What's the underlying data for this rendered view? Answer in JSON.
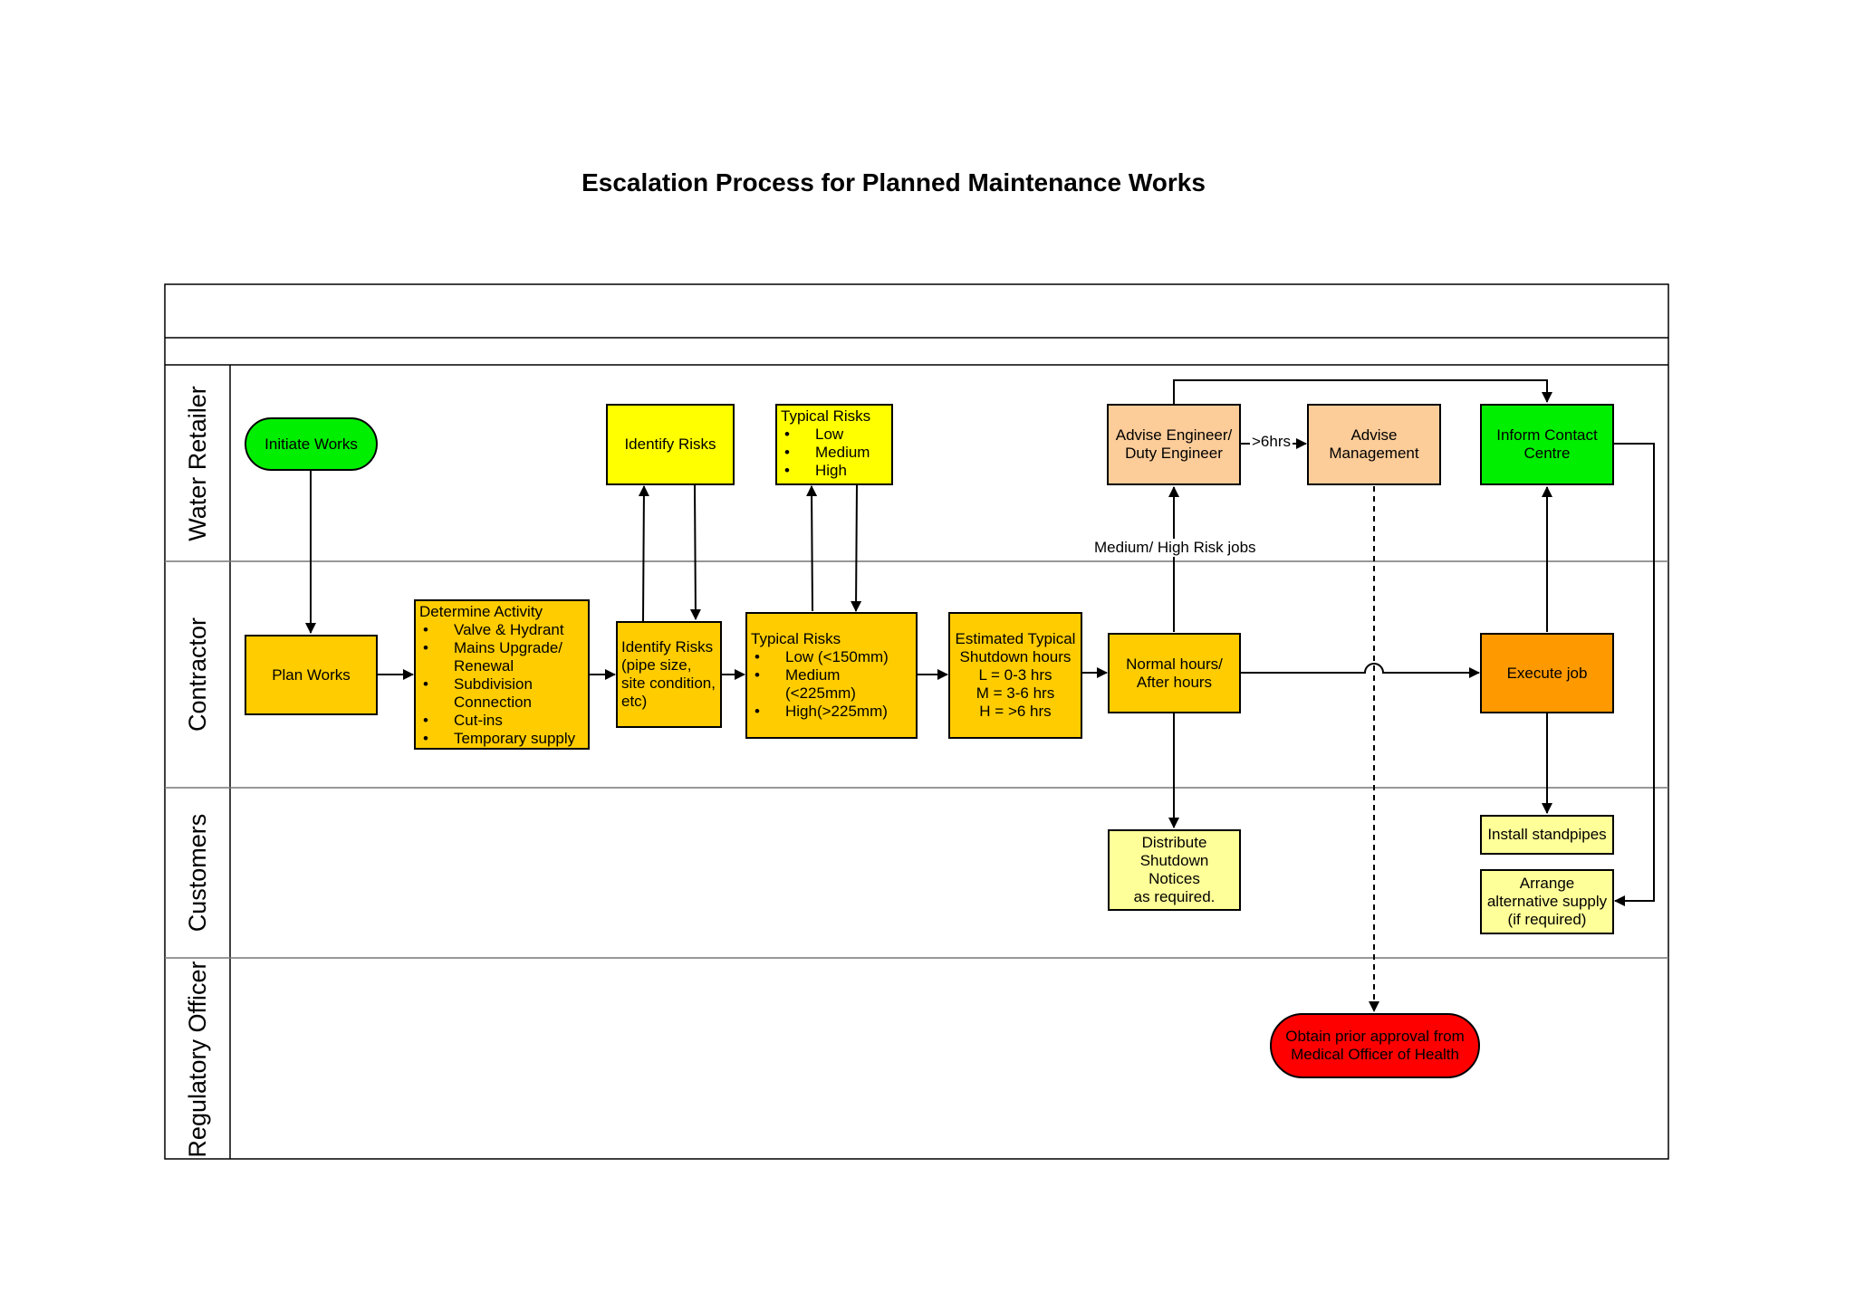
{
  "title": "Escalation Process for Planned Maintenance Works",
  "lanes": [
    "Water Retailer",
    "Contractor",
    "Customers",
    "Regulatory Officer"
  ],
  "nodes": {
    "initiate": "Initiate Works",
    "plan": "Plan Works",
    "determine_title": "Determine Activity",
    "determine_items": [
      "Valve & Hydrant",
      "Mains Upgrade/",
      "Renewal",
      "Subdivision",
      "Connection",
      "Cut-ins",
      "Temporary supply"
    ],
    "identify_wr": "Identify Risks",
    "identify_c_lines": [
      "Identify Risks",
      "(pipe size,",
      "site condition,",
      "etc)"
    ],
    "typical_wr_title": "Typical Risks",
    "typical_wr_items": [
      "Low",
      "Medium",
      "High"
    ],
    "typical_c_title": "Typical Risks",
    "typical_c_items": [
      "Low (<150mm)",
      "Medium (<225mm)",
      "High(>225mm)"
    ],
    "estimated_lines": [
      "Estimated Typical",
      "Shutdown hours",
      "L = 0-3 hrs",
      "M = 3-6 hrs",
      "H = >6 hrs"
    ],
    "normal_lines": [
      "Normal hours/",
      "After hours"
    ],
    "advise_eng_lines": [
      "Advise Engineer/",
      "Duty Engineer"
    ],
    "advise_mgmt_lines": [
      "Advise",
      "Management"
    ],
    "inform_lines": [
      "Inform Contact",
      "Centre"
    ],
    "execute": "Execute job",
    "distribute_lines": [
      "Distribute",
      "Shutdown Notices",
      "as required."
    ],
    "standpipes": "Install standpipes",
    "arrange_lines": [
      "Arrange",
      "alternative supply",
      "(if required)"
    ],
    "obtain_lines": [
      "Obtain prior approval from",
      "Medical Officer of Health"
    ]
  },
  "edge_labels": {
    "medium_high": "Medium/ High Risk jobs",
    "six_hrs": ">6hrs"
  },
  "colors": {
    "green": "#00ee00",
    "orange_yellow": "#ffcc00",
    "yellow": "#ffff00",
    "peach": "#fccc99",
    "orange": "#ff9900",
    "pale_yellow": "#ffff99",
    "red": "#ff0000"
  }
}
